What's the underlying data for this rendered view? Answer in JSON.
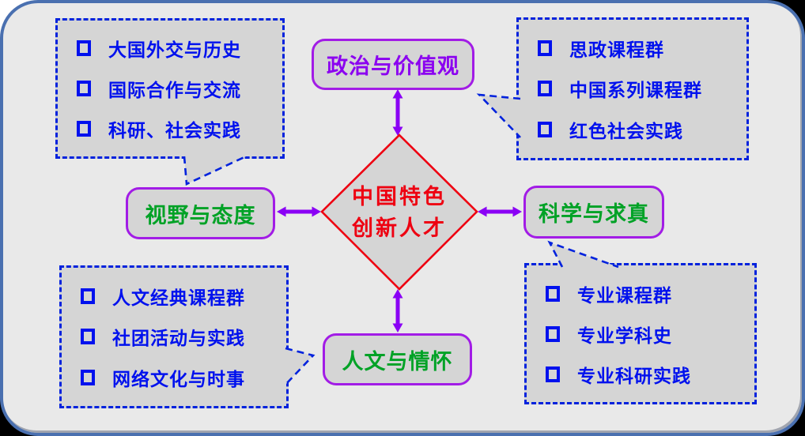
{
  "colors": {
    "frame_border": "#4a70b0",
    "canvas_bg": "#e9e9e9",
    "panel_bg": "#d5d5d5",
    "callout_border": "#0022dd",
    "list_text": "#0011ee",
    "node_border": "#a21ce6",
    "node_text_green": "#00a226",
    "node_text_purple": "#8b00f0",
    "diamond_border": "#ee0011",
    "diamond_text": "#ee0011",
    "arrow": "#8a00f5",
    "outer_top_left": "#ffffff",
    "outer_background": "#000000"
  },
  "center": {
    "line1": "中国特色",
    "line2": "创新人才"
  },
  "nodes": {
    "top": {
      "label": "政治与价值观"
    },
    "left": {
      "label": "视野与态度"
    },
    "right": {
      "label": "科学与求真"
    },
    "bottom": {
      "label": "人文与情怀"
    }
  },
  "callouts": {
    "top_left": {
      "items": [
        "大国外交与历史",
        "国际合作与交流",
        "科研、社会实践"
      ]
    },
    "top_right": {
      "items": [
        "思政课程群",
        "中国系列课程群",
        "红色社会实践"
      ]
    },
    "bottom_left": {
      "items": [
        "人文经典课程群",
        "社团活动与实践",
        "网络文化与时事"
      ]
    },
    "bottom_right": {
      "items": [
        "专业课程群",
        "专业学科史",
        "专业科研实践"
      ]
    }
  }
}
